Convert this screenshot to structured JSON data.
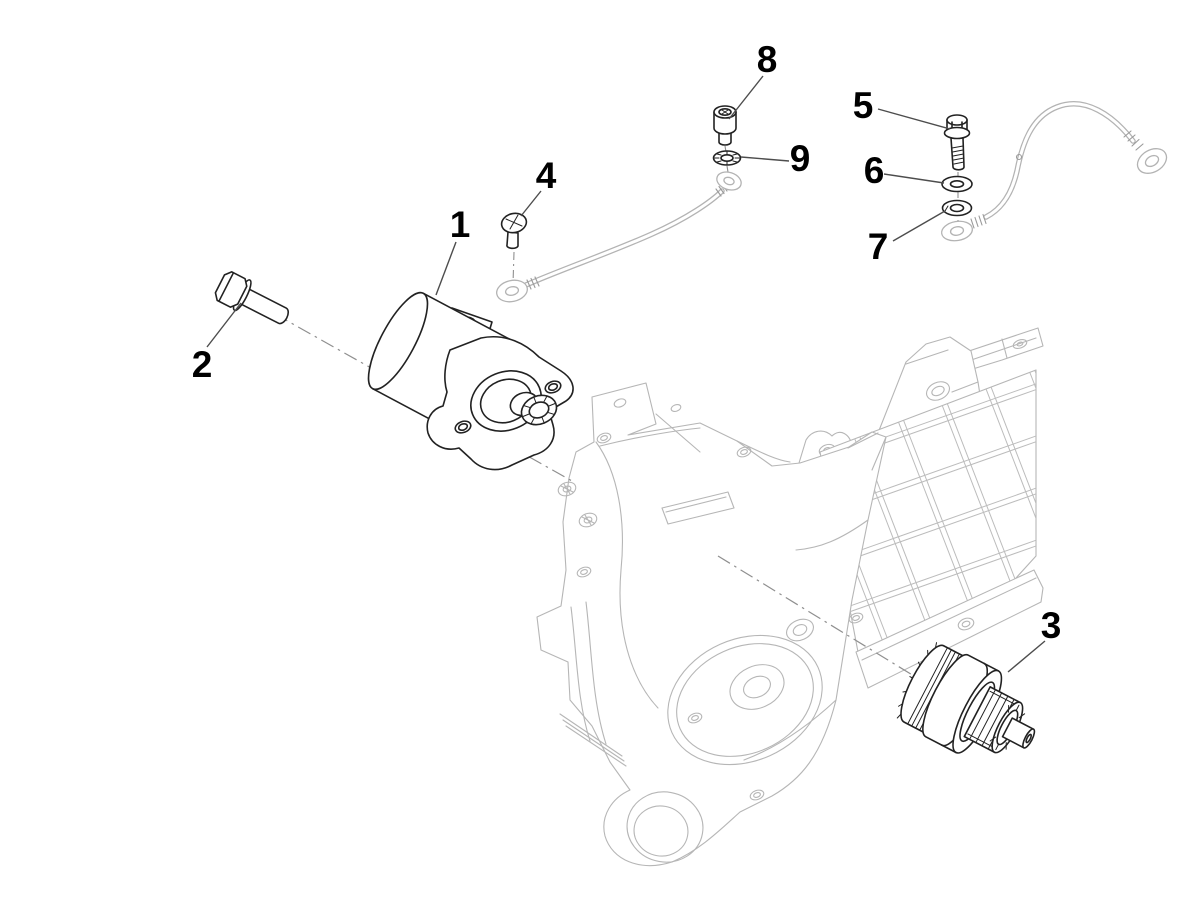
{
  "diagram": {
    "type": "exploded-parts-diagram",
    "subject": "starter-motor-assembly-on-engine-crankcase",
    "background_color": "#ffffff",
    "line_colors": {
      "hardware": "#222222",
      "engine_case": "#b6b6b6",
      "cable": "#b3b3b3",
      "centerline": "#8f8f8f",
      "leader_line": "#4d4d4d",
      "callout_text": "#000000"
    },
    "callouts": [
      {
        "number": "1",
        "part": "starter-motor"
      },
      {
        "number": "2",
        "part": "mounting-bolt"
      },
      {
        "number": "3",
        "part": "starter-drive-gear"
      },
      {
        "number": "4",
        "part": "ground-strap-screw"
      },
      {
        "number": "5",
        "part": "terminal-bolt"
      },
      {
        "number": "6",
        "part": "flat-washer"
      },
      {
        "number": "7",
        "part": "spring-washer"
      },
      {
        "number": "8",
        "part": "cable-screw"
      },
      {
        "number": "9",
        "part": "toothed-washer"
      }
    ]
  }
}
